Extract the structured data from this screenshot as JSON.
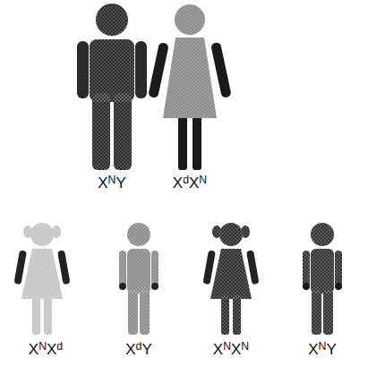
{
  "diagram": {
    "labels": [
      "XNY",
      "XdXN",
      "XNXd",
      "XdY",
      "XNXN",
      "XNY"
    ]
  }
}
